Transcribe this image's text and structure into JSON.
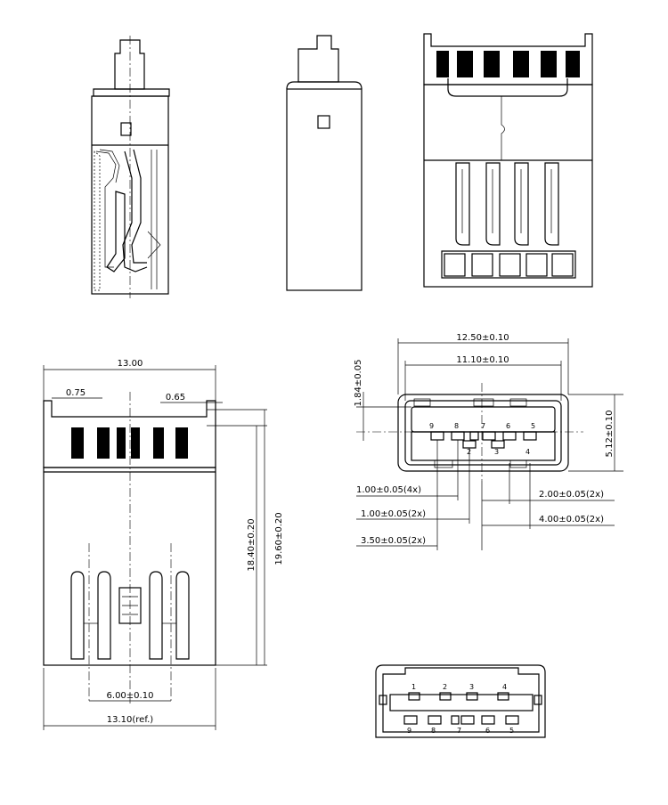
{
  "dimensions": {
    "overall_width": "13.00",
    "left_offset": "0.75",
    "right_offset": "0.65",
    "height_inner": "18.40±0.20",
    "height_overall": "19.60±0.20",
    "latch_spacing": "6.00±0.10",
    "body_width_ref": "13.10(ref.)",
    "face_outer_width": "12.50±0.10",
    "face_inner_width": "11.10±0.10",
    "tongue_offset": "1.84±0.05",
    "face_height": "5.12±0.10",
    "pitch_1_4x": "1.00±0.05(4x)",
    "pitch_1_2x": "1.00±0.05(2x)",
    "pitch_3_5": "3.50±0.05(2x)",
    "pitch_2_2x": "2.00±0.05(2x)",
    "pitch_4_2x": "4.00±0.05(2x)"
  },
  "front_view_pins": {
    "top_row": [
      "9",
      "8",
      "7",
      "6",
      "5"
    ],
    "bottom_row": [
      "2",
      "3",
      "4"
    ]
  },
  "bottom_view_pins": {
    "top_row": [
      "1",
      "2",
      "3",
      "4"
    ],
    "bottom_row": [
      "9",
      "8",
      "7",
      "6",
      "5"
    ]
  }
}
